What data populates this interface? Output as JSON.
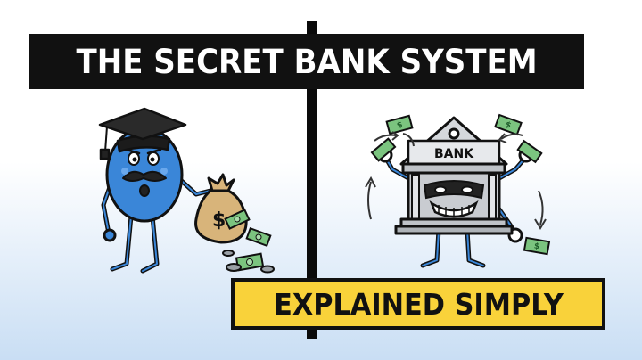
{
  "title": "THE SECRET BANK SYSTEM",
  "subtitle": "EXPLAINED SIMPLY",
  "bank_sign": "BANK",
  "money_bag_symbol": "$",
  "bill_symbol": "$",
  "colors": {
    "background_top": "#ffffff",
    "background_bottom": "#cfe2f6",
    "title_bar": "#111111",
    "title_text": "#ffffff",
    "subtitle_bar": "#f9d23a",
    "character_blue": "#3a86d8",
    "money_green": "#7bc47f",
    "bank_gray": "#c9ccd1",
    "bag_tan": "#d8b47a"
  },
  "icons": [
    "graduation-cap-icon",
    "mustache-icon",
    "money-bag-icon",
    "dollar-bill-icon",
    "coin-icon",
    "bank-building-icon",
    "bandit-mask-icon",
    "circular-arrow-icon"
  ]
}
